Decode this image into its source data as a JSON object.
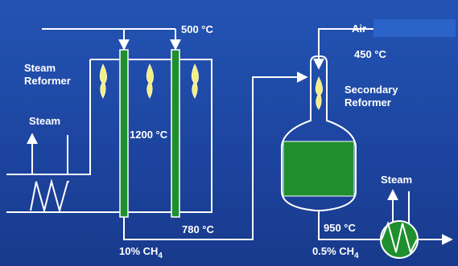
{
  "labels": {
    "temp_500": "500 °C",
    "air": "Air",
    "temp_450": "450 °C",
    "steam_reformer_line1": "Steam",
    "steam_reformer_line2": "Reformer",
    "steam_inlet": "Steam",
    "temp_1200": "1200 °C",
    "secondary_reformer_line1": "Secondary",
    "secondary_reformer_line2": "Reformer",
    "steam_outlet": "Steam",
    "temp_780": "780 °C",
    "ch4_10_prefix": "10% CH",
    "ch4_10_sub": "4",
    "temp_950": "950 °C",
    "ch4_05_prefix": "0.5% CH",
    "ch4_05_sub": "4"
  },
  "colors": {
    "background": "#1f4aa8",
    "lines": "#ffffff",
    "catalyst": "#1f8f2e",
    "flame": "#f2ef86"
  },
  "icons": [
    "flame-icon",
    "heat-exchanger-icon",
    "furnace-coil-icon"
  ]
}
